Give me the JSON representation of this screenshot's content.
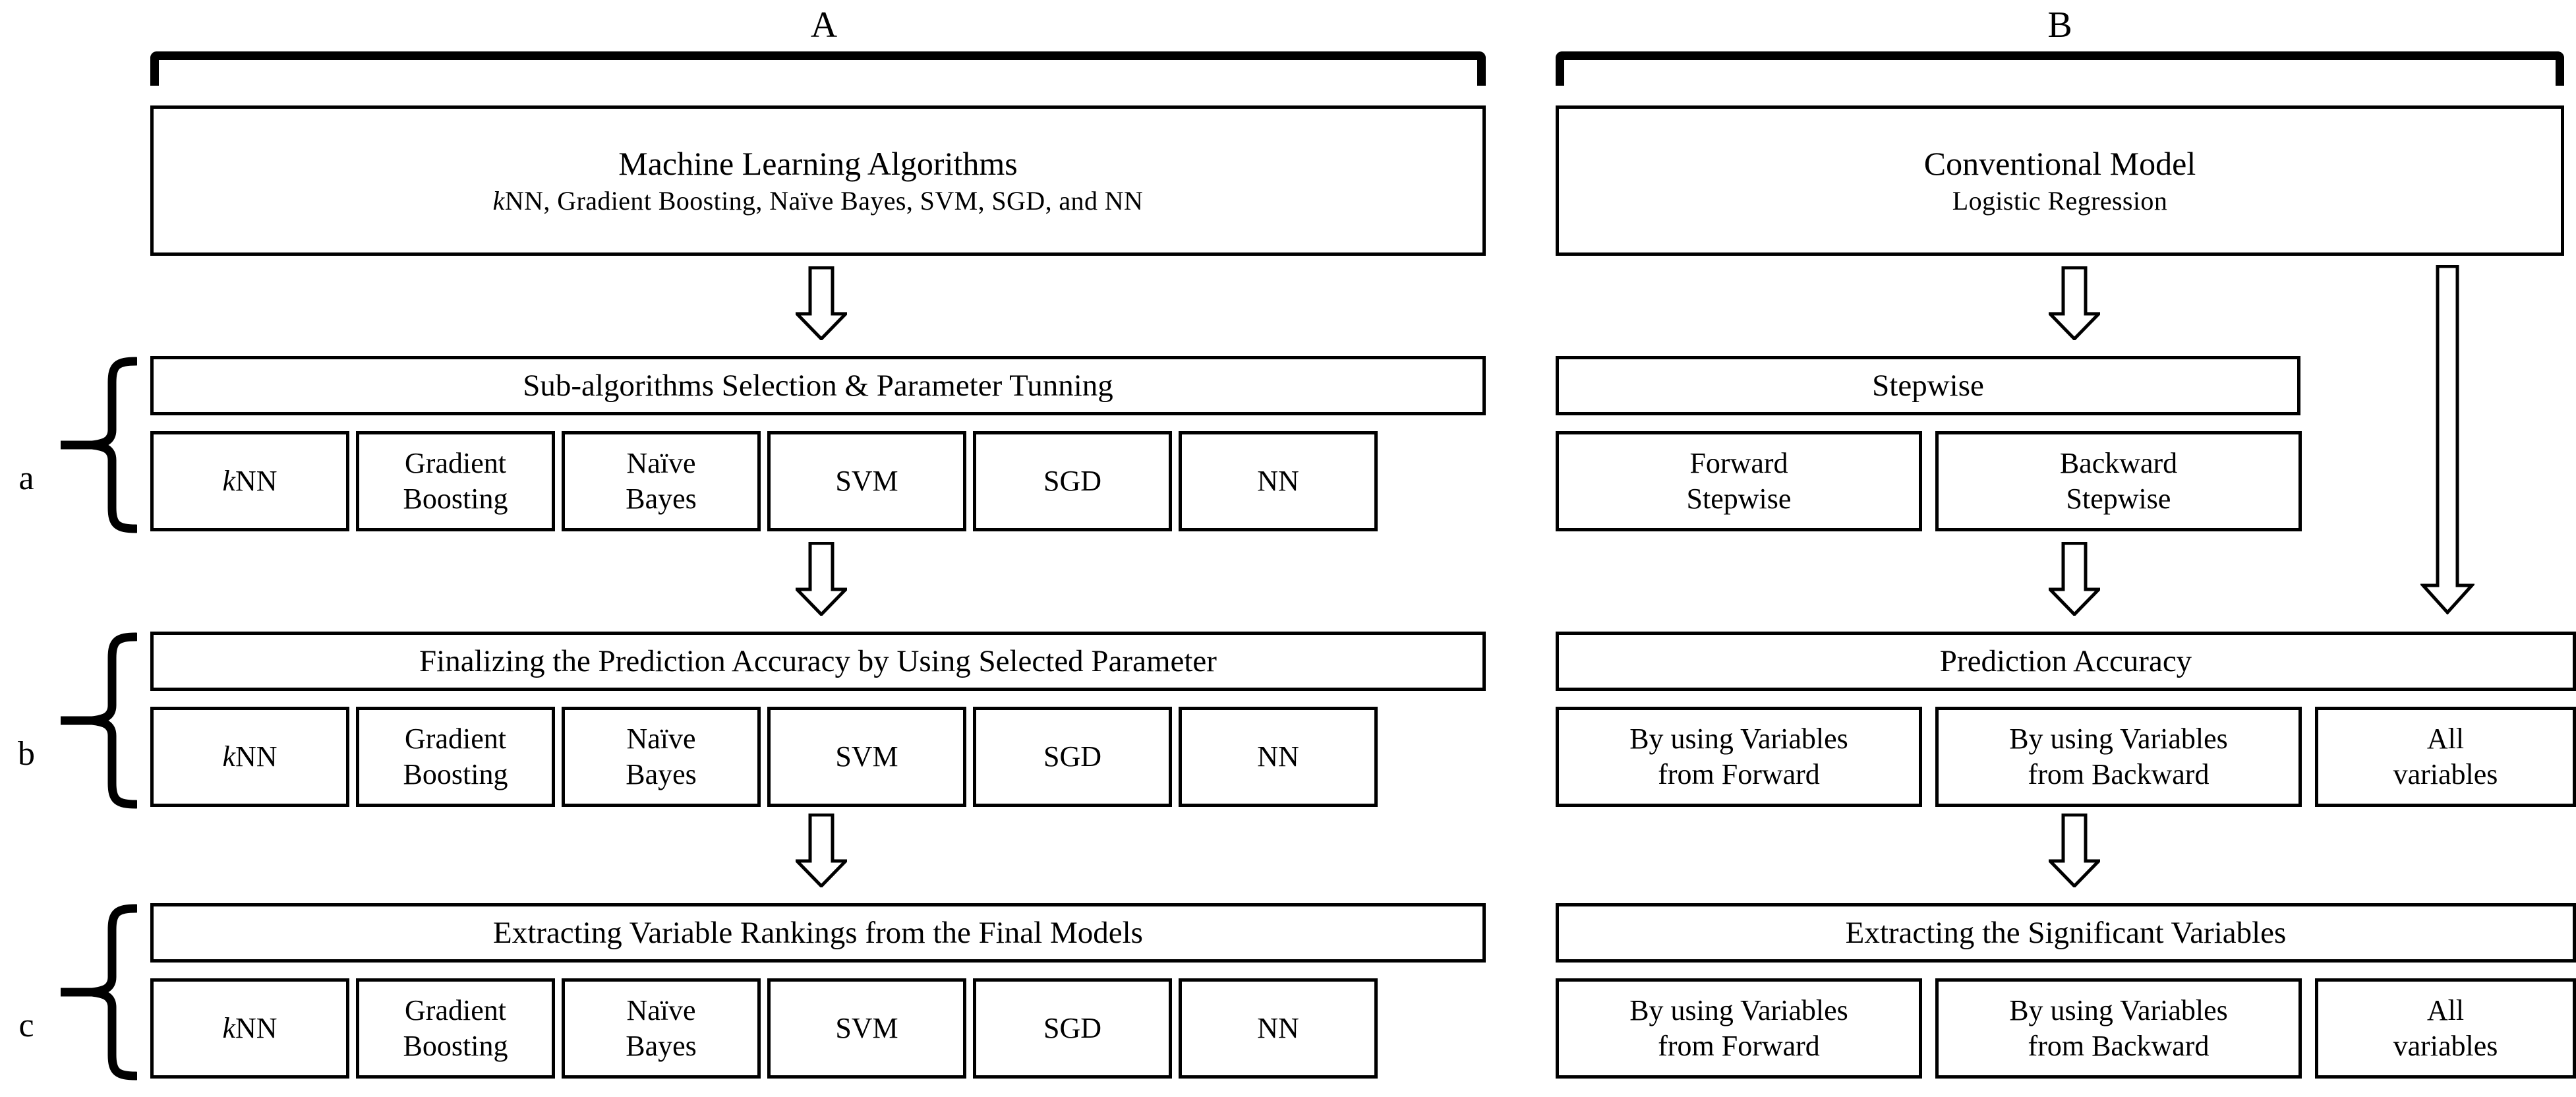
{
  "groups": [
    {
      "id": "A",
      "label": "A"
    },
    {
      "id": "B",
      "label": "B"
    }
  ],
  "row_labels": [
    {
      "id": "a",
      "label": "a"
    },
    {
      "id": "b",
      "label": "b"
    },
    {
      "id": "c",
      "label": "c"
    }
  ],
  "panelA": {
    "top_box": {
      "title": "Machine Learning Algorithms",
      "subtitle": "kNN, Gradient Boosting,  Naïve Bayes, SVM, SGD, and NN",
      "subtitle_italic_prefix": "k",
      "subtitle_rest": "NN, Gradient  Boosting,  Naïve  Bayes, SVM, SGD, and NN"
    },
    "stages": [
      {
        "row": "a",
        "header": "Sub-algorithms Selection & Parameter Tunning",
        "cells": [
          {
            "italic_prefix": "k",
            "rest": "NN",
            "lines": []
          },
          {
            "italic_prefix": "",
            "rest": "",
            "lines": [
              "Gradient",
              "Boosting"
            ]
          },
          {
            "italic_prefix": "",
            "rest": "",
            "lines": [
              "Naïve",
              "Bayes"
            ]
          },
          {
            "italic_prefix": "",
            "rest": "SVM",
            "lines": []
          },
          {
            "italic_prefix": "",
            "rest": "SGD",
            "lines": []
          },
          {
            "italic_prefix": "",
            "rest": "NN",
            "lines": []
          }
        ]
      },
      {
        "row": "b",
        "header": "Finalizing the Prediction Accuracy by Using Selected Parameter",
        "cells": [
          {
            "italic_prefix": "k",
            "rest": "NN",
            "lines": []
          },
          {
            "italic_prefix": "",
            "rest": "",
            "lines": [
              "Gradient",
              "Boosting"
            ]
          },
          {
            "italic_prefix": "",
            "rest": "",
            "lines": [
              "Naïve",
              "Bayes"
            ]
          },
          {
            "italic_prefix": "",
            "rest": "SVM",
            "lines": []
          },
          {
            "italic_prefix": "",
            "rest": "SGD",
            "lines": []
          },
          {
            "italic_prefix": "",
            "rest": "NN",
            "lines": []
          }
        ]
      },
      {
        "row": "c",
        "header": "Extracting Variable Rankings from the Final Models",
        "cells": [
          {
            "italic_prefix": "k",
            "rest": "NN",
            "lines": []
          },
          {
            "italic_prefix": "",
            "rest": "",
            "lines": [
              "Gradient",
              "Boosting"
            ]
          },
          {
            "italic_prefix": "",
            "rest": "",
            "lines": [
              "Naïve",
              "Bayes"
            ]
          },
          {
            "italic_prefix": "",
            "rest": "SVM",
            "lines": []
          },
          {
            "italic_prefix": "",
            "rest": "SGD",
            "lines": []
          },
          {
            "italic_prefix": "",
            "rest": "NN",
            "lines": []
          }
        ]
      }
    ]
  },
  "panelB": {
    "top_box": {
      "title": "Conventional Model",
      "subtitle": "Logistic  Regression"
    },
    "stages": [
      {
        "row": "a",
        "header": "Stepwise",
        "cells": [
          {
            "lines": [
              "Forward",
              "Stepwise"
            ]
          },
          {
            "lines": [
              "Backward",
              "Stepwise"
            ]
          }
        ]
      },
      {
        "row": "b",
        "header": "Prediction Accuracy",
        "cells": [
          {
            "lines": [
              "By using Variables",
              "from Forward"
            ]
          },
          {
            "lines": [
              "By using Variables",
              "from Backward"
            ]
          },
          {
            "lines": [
              "All",
              "variables"
            ]
          }
        ]
      },
      {
        "row": "c",
        "header": "Extracting the Significant Variables",
        "cells": [
          {
            "lines": [
              "By using Variables",
              "from Forward"
            ]
          },
          {
            "lines": [
              "By using Variables",
              "from Backward"
            ]
          },
          {
            "lines": [
              "All",
              "variables"
            ]
          }
        ]
      }
    ]
  },
  "arrows": {
    "a_top_to_stage1": "down-arrow",
    "a_stage1_to_stage2": "down-arrow",
    "a_stage2_to_stage3": "down-arrow",
    "b_top_to_stage1": "down-arrow",
    "b_stage1_to_stage2": "down-arrow",
    "b_stage2_to_stage3": "down-arrow",
    "b_long_bypass": "long-down-arrow"
  },
  "colors": {
    "stroke": "#000000",
    "background": "#ffffff"
  }
}
